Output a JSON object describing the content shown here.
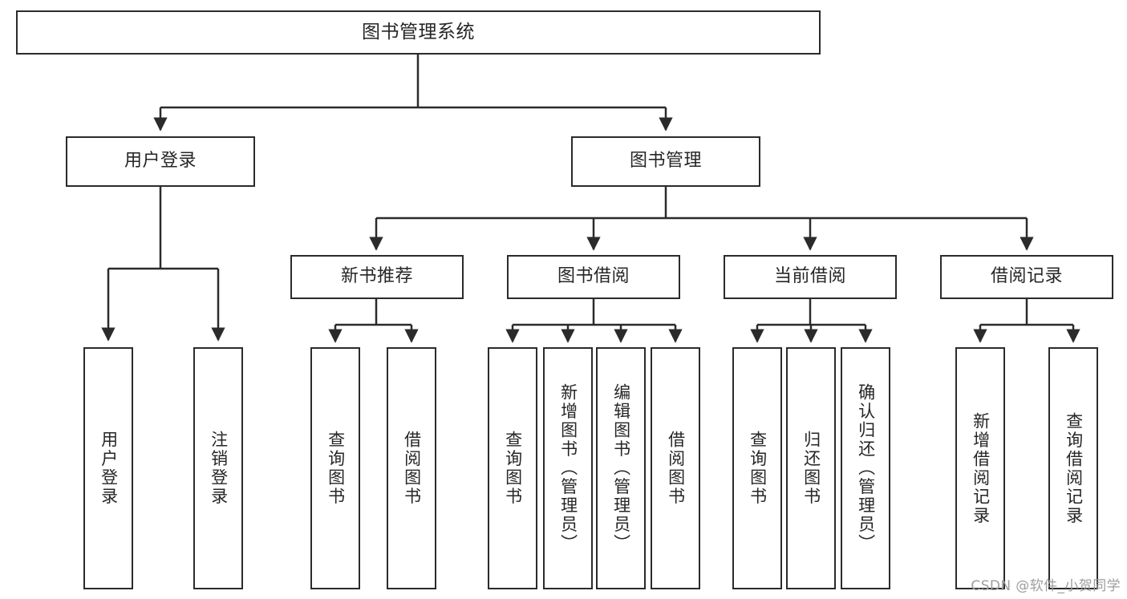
{
  "diagram": {
    "type": "tree-hierarchy-functional-decomposition",
    "root": {
      "id": "root",
      "label": "图书管理系统"
    },
    "level2": [
      {
        "id": "user-login",
        "label": "用户登录"
      },
      {
        "id": "book-management",
        "label": "图书管理"
      }
    ],
    "level3": [
      {
        "id": "new-book-recommend",
        "label": "新书推荐",
        "parent": "book-management"
      },
      {
        "id": "book-borrow",
        "label": "图书借阅",
        "parent": "book-management"
      },
      {
        "id": "current-borrow",
        "label": "当前借阅",
        "parent": "book-management"
      },
      {
        "id": "borrow-record",
        "label": "借阅记录",
        "parent": "book-management"
      }
    ],
    "leaves": {
      "user-login": [
        {
          "id": "leaf-user-login",
          "label": "用户登录"
        },
        {
          "id": "leaf-user-logout",
          "label": "注销登录"
        }
      ],
      "new-book-recommend": [
        {
          "id": "leaf-query-book-1",
          "label": "查询图书"
        },
        {
          "id": "leaf-borrow-book-1",
          "label": "借阅图书"
        }
      ],
      "book-borrow": [
        {
          "id": "leaf-query-book-2",
          "label": "查询图书"
        },
        {
          "id": "leaf-add-book",
          "label": "新增图书（管理员）"
        },
        {
          "id": "leaf-edit-book",
          "label": "编辑图书（管理员）"
        },
        {
          "id": "leaf-borrow-book-2",
          "label": "借阅图书"
        }
      ],
      "current-borrow": [
        {
          "id": "leaf-query-book-3",
          "label": "查询图书"
        },
        {
          "id": "leaf-return-book",
          "label": "归还图书"
        },
        {
          "id": "leaf-confirm-return",
          "label": "确认归还（管理员）"
        }
      ],
      "borrow-record": [
        {
          "id": "leaf-add-record",
          "label": "新增借阅记录"
        },
        {
          "id": "leaf-query-record",
          "label": "查询借阅记录"
        }
      ]
    }
  },
  "watermark": {
    "text": "CSDN @软件_小贺同学"
  },
  "colors": {
    "stroke": "#2b2b2b",
    "background": "#ffffff",
    "text": "#262626",
    "watermark": "#9e9e9e"
  }
}
